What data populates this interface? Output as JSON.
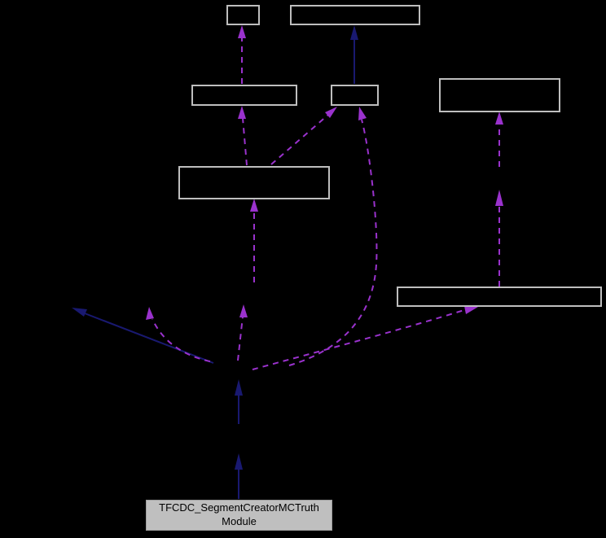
{
  "diagram": {
    "kind": "dependency-collaboration-graph",
    "background": "#000000",
    "colors": {
      "node_border": "#bebebe",
      "node_fill": "#000000",
      "selected_node_fill": "#bfbfbf",
      "selected_node_text": "#000000",
      "usage_edge": "#9a32cd",
      "inheritance_edge": "#191970"
    },
    "nodes": {
      "top_small": {
        "label": ""
      },
      "top_wide": {
        "label": ""
      },
      "mid_left": {
        "label": ""
      },
      "mid_center": {
        "label": ""
      },
      "right": {
        "label": ""
      },
      "upper_large": {
        "label": ""
      },
      "lower_right": {
        "label": ""
      },
      "main": {
        "label": "TFCDC_SegmentCreatorMCTruthModule",
        "line1": "TFCDC_SegmentCreatorMCTruth",
        "line2": "Module",
        "selected": true
      }
    },
    "edges": [
      {
        "id": "u1",
        "kind": "usage",
        "style": "dashed",
        "color": "#9a32cd"
      },
      {
        "id": "u2",
        "kind": "usage",
        "style": "dashed",
        "color": "#9a32cd"
      },
      {
        "id": "u3",
        "kind": "usage",
        "style": "dashed",
        "color": "#9a32cd"
      },
      {
        "id": "u4",
        "kind": "usage",
        "style": "dashed",
        "color": "#9a32cd"
      },
      {
        "id": "u5",
        "kind": "usage",
        "style": "dashed",
        "color": "#9a32cd"
      },
      {
        "id": "u6",
        "kind": "usage",
        "style": "dashed",
        "color": "#9a32cd"
      },
      {
        "id": "u7",
        "kind": "usage",
        "style": "dashed",
        "color": "#9a32cd"
      },
      {
        "id": "u8",
        "kind": "usage",
        "style": "dashed",
        "color": "#9a32cd"
      },
      {
        "id": "u9",
        "kind": "usage",
        "style": "dashed",
        "color": "#9a32cd"
      },
      {
        "id": "u10",
        "kind": "usage",
        "style": "dashed",
        "color": "#9a32cd"
      },
      {
        "id": "i1",
        "kind": "inheritance",
        "style": "solid",
        "color": "#191970"
      },
      {
        "id": "i2",
        "kind": "inheritance",
        "style": "solid",
        "color": "#191970"
      },
      {
        "id": "i3",
        "kind": "inheritance",
        "style": "solid",
        "color": "#191970"
      },
      {
        "id": "i4",
        "kind": "inheritance",
        "style": "solid",
        "color": "#191970"
      }
    ]
  }
}
